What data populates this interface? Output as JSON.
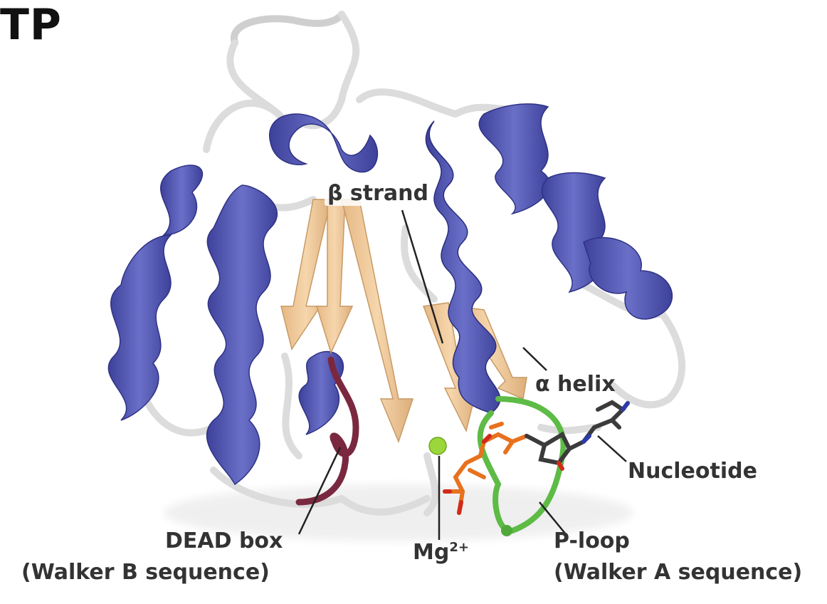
{
  "title": "TP",
  "labels": {
    "beta_strand": "β strand",
    "alpha_helix": "α helix",
    "nucleotide": "Nucleotide",
    "dead_box": "DEAD box",
    "walker_b": "(Walker B sequence)",
    "mg_base": "Mg",
    "mg_sup": "2+",
    "p_loop": "P-loop",
    "walker_a": "(Walker A sequence)"
  },
  "colors": {
    "helix": "#5b5fb6",
    "helix_dark": "#3a3d96",
    "strand": "#f0c897",
    "strand_edge": "#d6a774",
    "coil": "#e6e6e6",
    "dead_box": "#7a2840",
    "p_loop": "#5dbb46",
    "mg": "#9bd63a",
    "phosphate": "#e87a22",
    "nucleotide": "#3b3b3b"
  },
  "icons": [
    "protein-ribbon-structure"
  ]
}
